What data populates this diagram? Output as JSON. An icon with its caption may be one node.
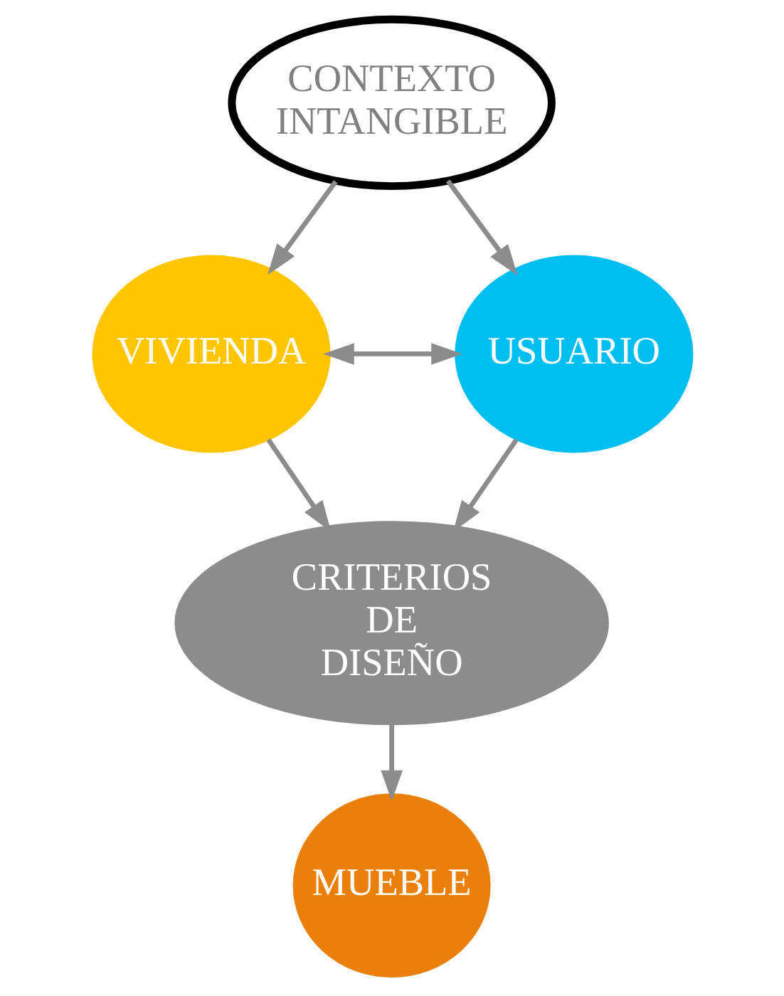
{
  "diagram": {
    "nodes": [
      {
        "text": [
          "CONTEXTO INTANGIBLE"
        ]
      },
      {
        "text": [
          "VIVIENDA"
        ]
      },
      {
        "text": [
          "USUARIO"
        ]
      },
      {
        "text": [
          "CRITERIOS DE DISEÑO"
        ]
      },
      {
        "text": [
          "MUEBLE"
        ]
      }
    ],
    "edges": [
      {
        "from": 0,
        "to": 1,
        "arrow": "to"
      },
      {
        "from": 0,
        "to": 2,
        "arrow": "to"
      },
      {
        "from": 1,
        "to": 2,
        "arrow": "both"
      },
      {
        "from": 1,
        "to": 3,
        "arrow": "to"
      },
      {
        "from": 2,
        "to": 3,
        "arrow": "to"
      },
      {
        "from": 3,
        "to": 4,
        "arrow": "to"
      }
    ]
  }
}
